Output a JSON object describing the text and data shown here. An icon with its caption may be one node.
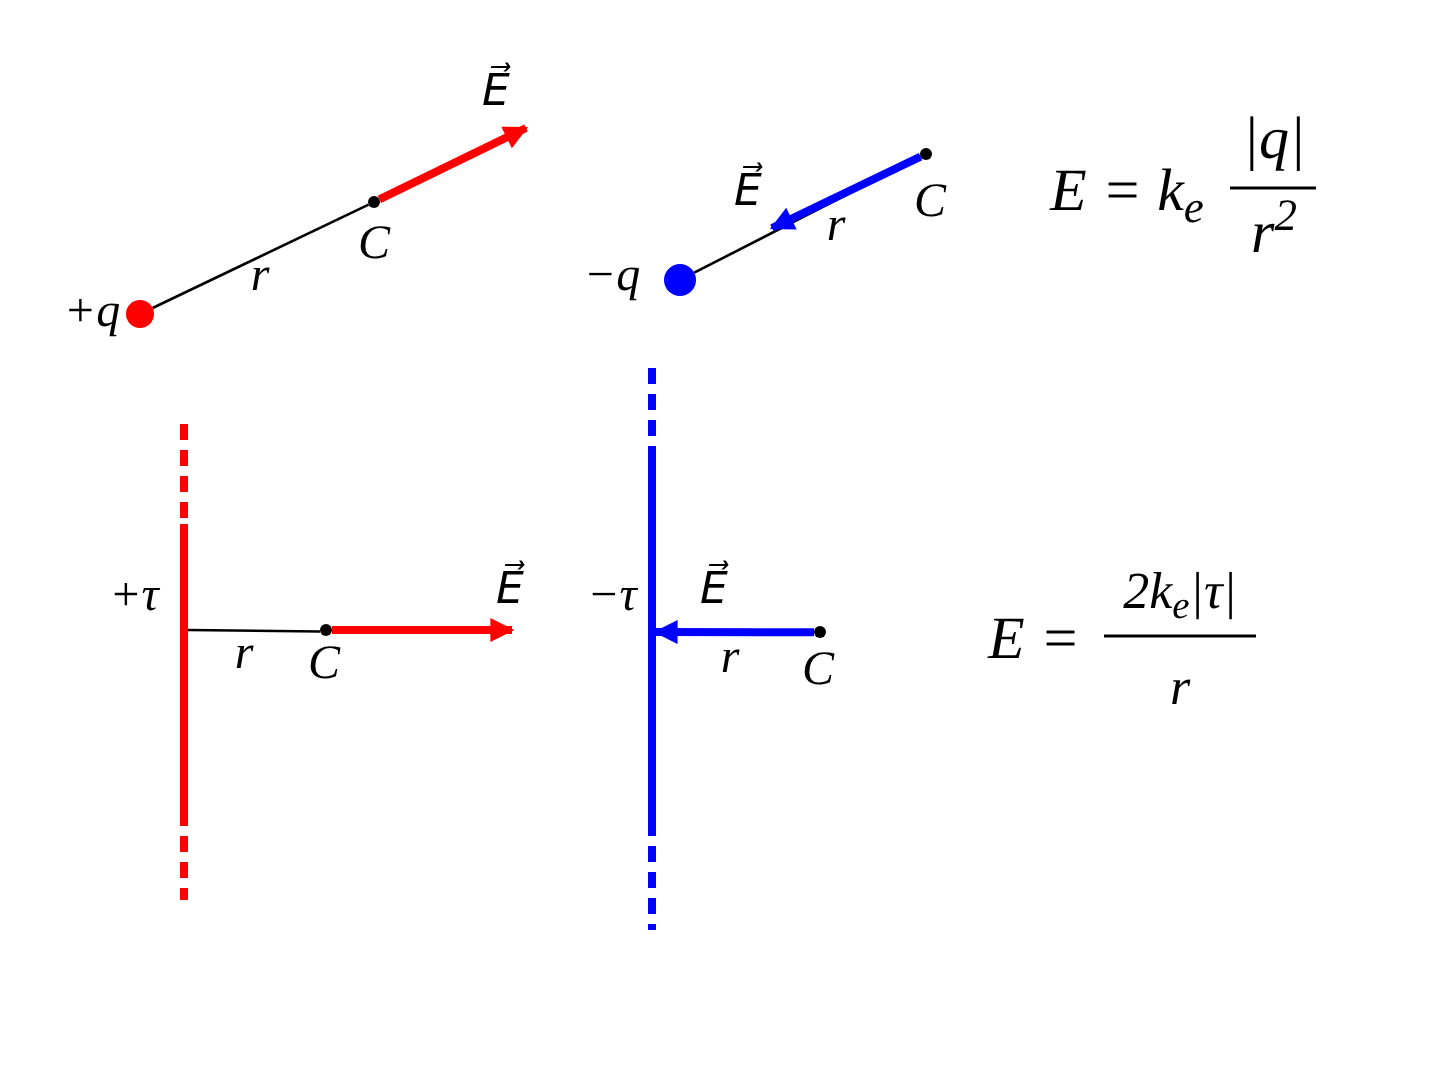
{
  "diagram": {
    "nodes": [
      {
        "text": [],
        "shape": "circle",
        "beside": [
          "+q"
        ]
      },
      {
        "text": [],
        "shape": "circle",
        "beside": [
          "C"
        ]
      },
      {
        "text": [],
        "shape": "circle",
        "beside": [
          "−q"
        ]
      },
      {
        "text": [],
        "shape": "circle",
        "beside": [
          "C"
        ]
      },
      {
        "text": [],
        "shape": "bar",
        "beside": [
          "+τ"
        ]
      },
      {
        "text": [],
        "shape": "circle",
        "beside": [
          "C"
        ]
      },
      {
        "text": [],
        "shape": "bar",
        "beside": [
          "−τ"
        ]
      },
      {
        "text": [],
        "shape": "circle",
        "beside": [
          "C"
        ]
      }
    ],
    "edges": [
      {
        "from": 0,
        "to": 1,
        "arrow": "none",
        "label": "r"
      },
      {
        "from": 1,
        "to": null,
        "arrow": "to",
        "label": "E⃗",
        "color": "#ff0000"
      },
      {
        "from": 2,
        "to": 3,
        "arrow": "none",
        "label": "r"
      },
      {
        "from": 3,
        "to": null,
        "arrow": "to",
        "label": "E⃗",
        "color": "#0000ff"
      },
      {
        "from": 4,
        "to": 5,
        "arrow": "none",
        "label": "r"
      },
      {
        "from": 5,
        "to": null,
        "arrow": "to",
        "label": "E⃗",
        "color": "#ff0000"
      },
      {
        "from": 7,
        "to": 6,
        "arrow": "to",
        "label": "E⃗",
        "color": "#0000ff"
      }
    ],
    "labels": [
      "E = k$_{e}$",
      "|q|",
      "r$^{2}$",
      "E =",
      "2k$_{e}$|τ|",
      "r",
      "r"
    ]
  }
}
